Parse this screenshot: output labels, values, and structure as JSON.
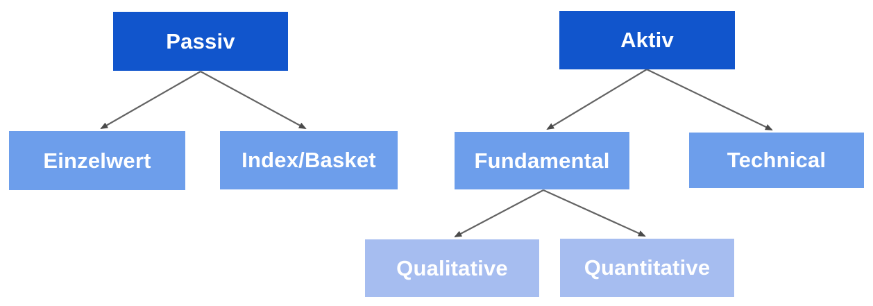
{
  "diagram": {
    "title": "Investment approach tree",
    "background_color": "#ffffff",
    "arrow_line_color": "#636363",
    "arrow_head_color": "#4a4a4a",
    "node_text_color": "#ffffff",
    "level_colors": {
      "level1": "#1155cc",
      "level2": "#6d9eeb",
      "level3": "#a6bdf0"
    },
    "nodes": [
      {
        "id": "passiv",
        "label": "Passiv",
        "level": 1,
        "color": "#1155cc"
      },
      {
        "id": "aktiv",
        "label": "Aktiv",
        "level": 1,
        "color": "#1155cc"
      },
      {
        "id": "einzelwert",
        "label": "Einzelwert",
        "level": 2,
        "color": "#6d9eeb"
      },
      {
        "id": "index-basket",
        "label": "Index/Basket",
        "level": 2,
        "color": "#6d9eeb"
      },
      {
        "id": "fundamental",
        "label": "Fundamental",
        "level": 2,
        "color": "#6d9eeb"
      },
      {
        "id": "technical",
        "label": "Technical",
        "level": 2,
        "color": "#6d9eeb"
      },
      {
        "id": "qualitative",
        "label": "Qualitative",
        "level": 3,
        "color": "#a6bdf0"
      },
      {
        "id": "quantitative",
        "label": "Quantitative",
        "level": 3,
        "color": "#a6bdf0"
      }
    ],
    "edges": [
      {
        "from": "passiv",
        "to": "einzelwert"
      },
      {
        "from": "passiv",
        "to": "index-basket"
      },
      {
        "from": "aktiv",
        "to": "fundamental"
      },
      {
        "from": "aktiv",
        "to": "technical"
      },
      {
        "from": "fundamental",
        "to": "qualitative"
      },
      {
        "from": "fundamental",
        "to": "quantitative"
      }
    ]
  }
}
